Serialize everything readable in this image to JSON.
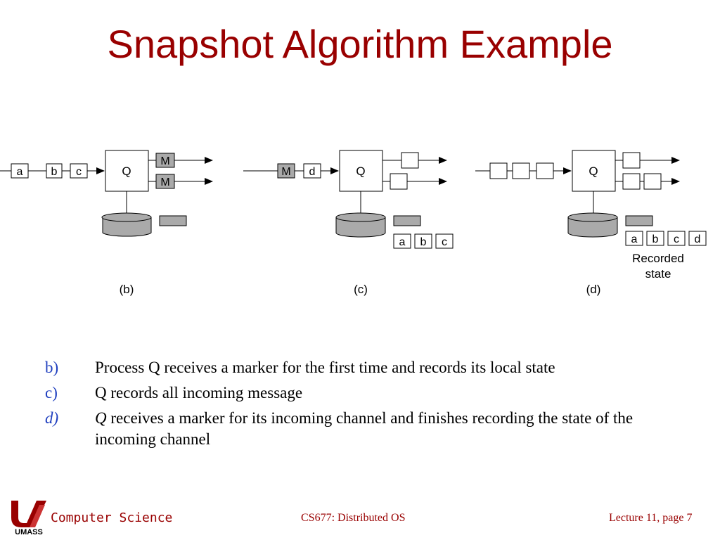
{
  "slide": {
    "title": "Snapshot Algorithm Example"
  },
  "diagram": {
    "process": "Q",
    "marker": "M",
    "panels": [
      {
        "caption": "(b)",
        "incoming": [
          "a",
          "b",
          "c"
        ]
      },
      {
        "caption": "(c)",
        "incoming": [
          "M",
          "d"
        ],
        "recorded": [
          "a",
          "b",
          "c"
        ]
      },
      {
        "caption": "(d)",
        "recorded": [
          "a",
          "b",
          "c",
          "d"
        ],
        "recorded_label_line1": "Recorded",
        "recorded_label_line2": "state"
      }
    ]
  },
  "bullets": [
    {
      "label": "b)",
      "text": "Process Q receives a marker for the first time and records its local state"
    },
    {
      "label": "c)",
      "text": "Q records all incoming message"
    },
    {
      "label": "d)",
      "text_italic": "Q",
      "text": " receives a marker for its incoming channel and finishes recording the state of the incoming channel"
    }
  ],
  "footer": {
    "department": "Computer Science",
    "course": "CS677: Distributed OS",
    "page": "Lecture 11, page 7",
    "logo_text": "UMASS"
  },
  "colors": {
    "title": "#990000",
    "bullet_label": "#1f3fbf",
    "marker_fill": "#aaaaaa"
  }
}
